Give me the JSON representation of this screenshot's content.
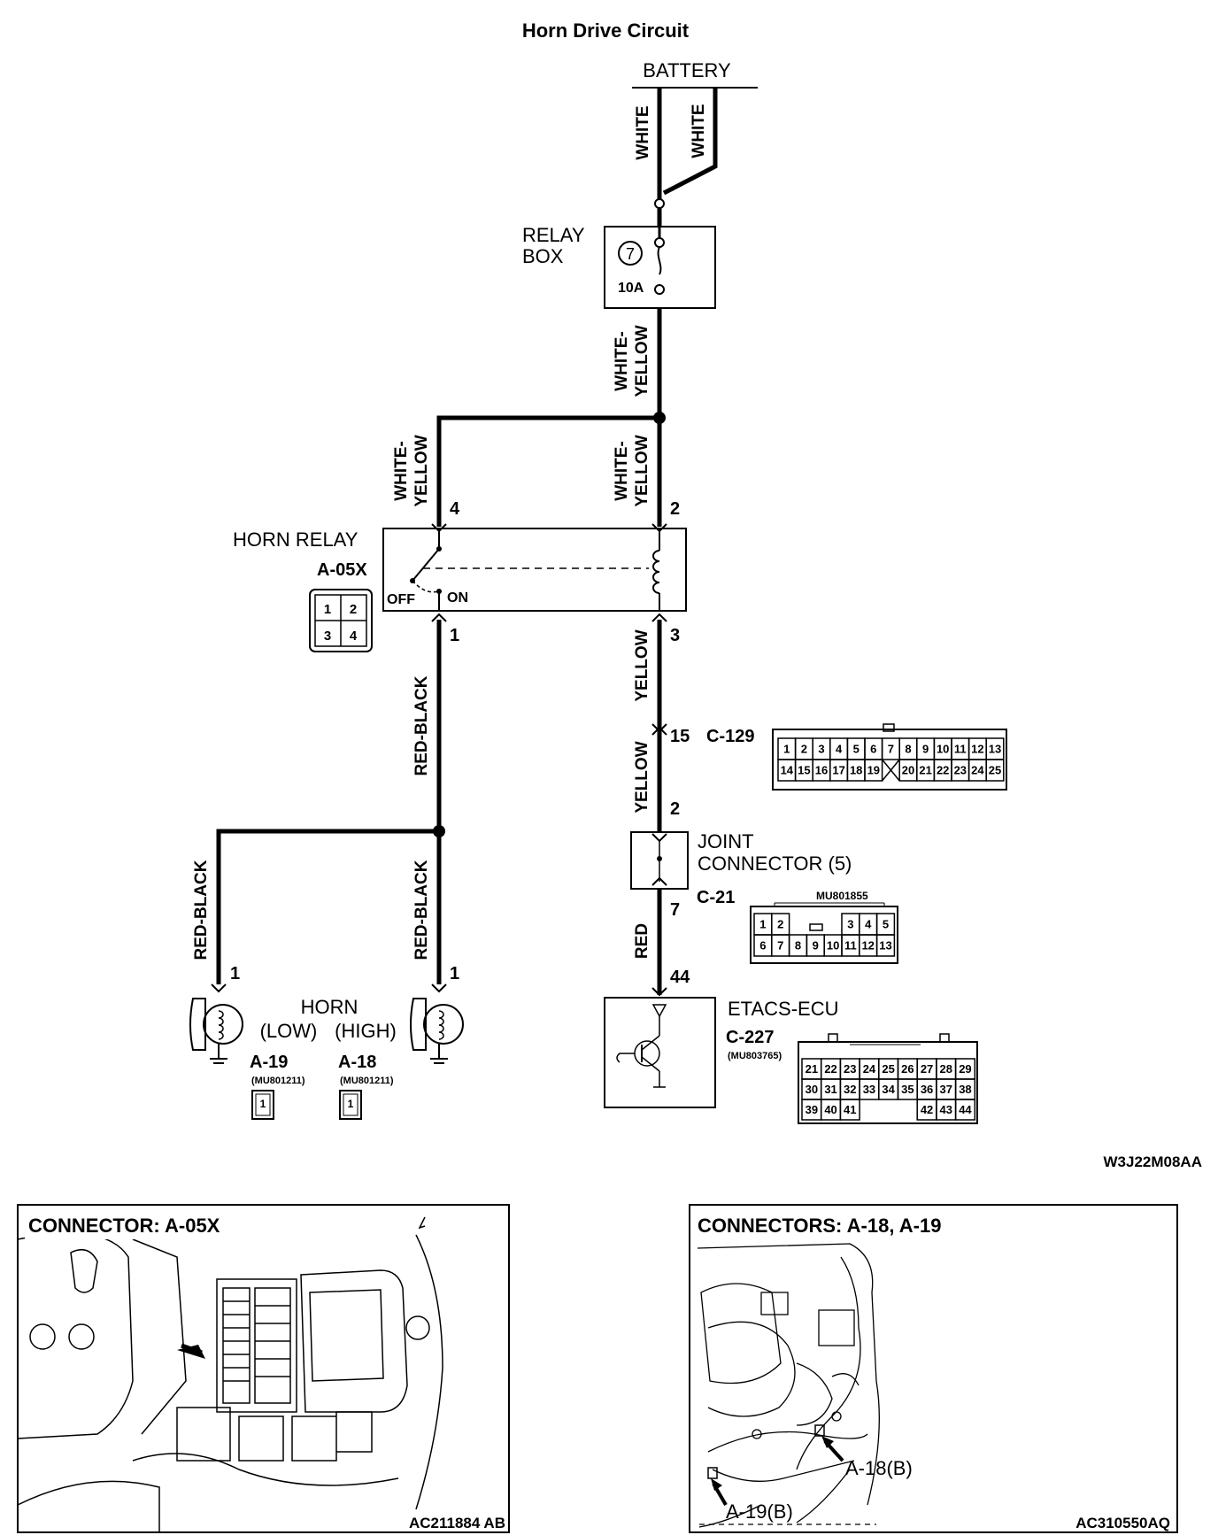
{
  "title": "Horn Drive Circuit",
  "battery": "BATTERY",
  "wires": {
    "white_a": "WHITE",
    "white_b": "WHITE",
    "wy_1": "WHITE-\nYELLOW",
    "wy_1a": "WHITE-",
    "wy_1b": "YELLOW",
    "red_black": "RED-BLACK",
    "yellow": "YELLOW",
    "red": "RED"
  },
  "relay_box": {
    "label_1": "RELAY",
    "label_2": "BOX",
    "fuse_no": "7",
    "fuse_rating": "10A"
  },
  "horn_relay": {
    "label": "HORN RELAY",
    "code": "A-05X",
    "off": "OFF",
    "on": "ON",
    "pins": [
      "1",
      "2",
      "3",
      "4"
    ],
    "pin_top_left": "4",
    "pin_top_right": "2",
    "pin_bottom_left": "1",
    "pin_bottom_right": "3"
  },
  "c129": {
    "code": "C-129",
    "pin": "15",
    "row1": [
      "1",
      "2",
      "3",
      "4",
      "5",
      "6",
      "7",
      "8",
      "9",
      "10",
      "11",
      "12",
      "13"
    ],
    "row2": [
      "14",
      "15",
      "16",
      "17",
      "18",
      "19",
      "",
      "20",
      "21",
      "22",
      "23",
      "24",
      "25"
    ]
  },
  "joint": {
    "label_1": "JOINT",
    "label_2": "CONNECTOR (5)",
    "pin_in": "2",
    "pin_out": "7",
    "code": "C-21",
    "part": "MU801855",
    "row1": [
      "1",
      "2",
      "",
      "",
      "",
      "3",
      "4",
      "5"
    ],
    "row2": [
      "6",
      "7",
      "8",
      "9",
      "10",
      "11",
      "12",
      "13"
    ]
  },
  "etacs": {
    "label": "ETACS-ECU",
    "pin": "44",
    "code": "C-227",
    "part": "(MU803765)",
    "row1": [
      "21",
      "22",
      "23",
      "24",
      "25",
      "26",
      "27",
      "28",
      "29"
    ],
    "row2": [
      "30",
      "31",
      "32",
      "33",
      "34",
      "35",
      "36",
      "37",
      "38"
    ],
    "row3": [
      "39",
      "40",
      "41",
      "",
      "",
      "",
      "42",
      "43",
      "44"
    ]
  },
  "horn": {
    "label": "HORN",
    "low": "(LOW)",
    "high": "(HIGH)",
    "pin_low": "1",
    "pin_high": "1",
    "code_low": "A-19",
    "code_high": "A-18",
    "part_low": "(MU801211)",
    "part_high": "(MU801211)",
    "conn_pin": "1"
  },
  "diagram_code": "W3J22M08AA",
  "panel_left": {
    "title": "CONNECTOR: A-05X",
    "code": "AC211884 AB"
  },
  "panel_right": {
    "title": "CONNECTORS: A-18, A-19",
    "label_a18": "A-18(B)",
    "label_a19": "A-19(B)",
    "code": "AC310550AQ"
  }
}
